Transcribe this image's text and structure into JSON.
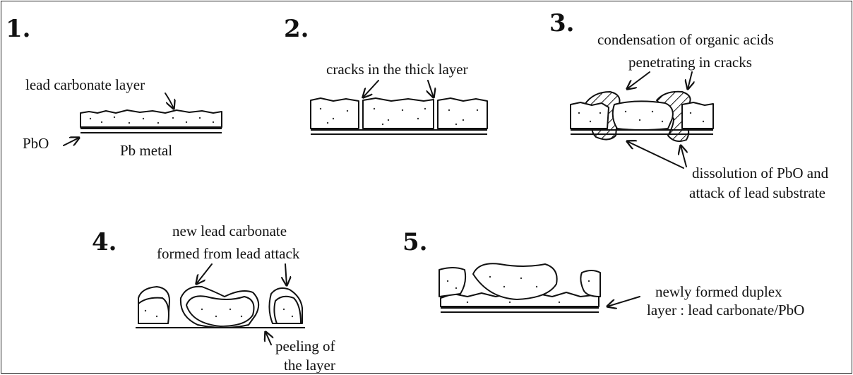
{
  "steps": [
    {
      "number": "1.",
      "labels": {
        "layer": "lead carbonate layer",
        "oxide": "PbO",
        "metal": "Pb metal"
      }
    },
    {
      "number": "2.",
      "labels": {
        "cracks": "cracks in the thick layer"
      }
    },
    {
      "number": "3.",
      "labels": {
        "cond1": "condensation of organic acids",
        "cond2": "penetrating in cracks",
        "diss1": "dissolution of PbO and",
        "diss2": "attack of lead substrate"
      }
    },
    {
      "number": "4.",
      "labels": {
        "new1": "new lead carbonate",
        "new2": "formed from lead attack",
        "peel1": "peeling of",
        "peel2": "the layer"
      }
    },
    {
      "number": "5.",
      "labels": {
        "duplex1": "newly formed duplex",
        "duplex2": "layer : lead carbonate/PbO"
      }
    }
  ]
}
